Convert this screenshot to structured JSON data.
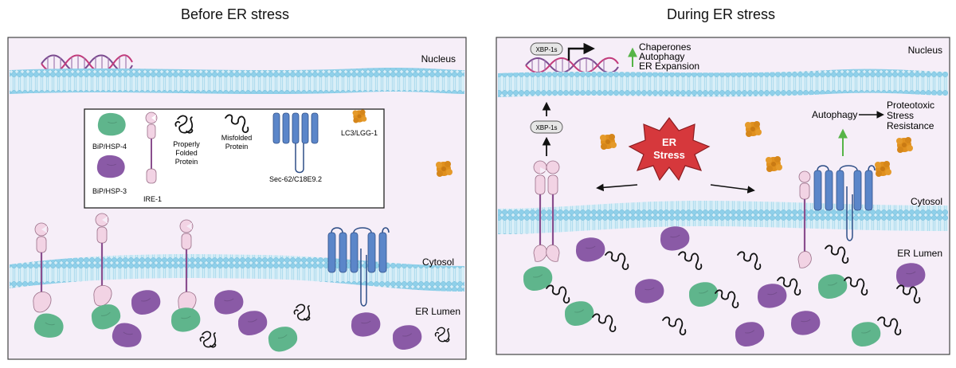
{
  "titles": {
    "left": "Before ER stress",
    "right": "During ER stress"
  },
  "left_panel": {
    "nucleus_label": "Nucleus",
    "cytosol_label": "Cytosol",
    "er_lumen_label": "ER Lumen",
    "legend": {
      "bip4": "BiP/HSP-4",
      "bip3": "BiP/HSP-3",
      "ire1": "IRE-1",
      "folded_line1": "Properly",
      "folded_line2": "Folded",
      "folded_line3": "Protein",
      "misfolded_line1": "Misfolded",
      "misfolded_line2": "Protein",
      "sec62": "Sec-62/C18E9.2",
      "lc3": "LC3/LGG-1"
    }
  },
  "right_panel": {
    "nucleus_label": "Nucleus",
    "cytosol_label": "Cytosol",
    "er_lumen_label": "ER Lumen",
    "xbp1s_top": "XBP-1s",
    "xbp1s_mid": "XBP-1s",
    "outputs": [
      "Chaperones",
      "Autophagy",
      "ER Expansion"
    ],
    "er_stress_line1": "ER",
    "er_stress_line2": "Stress",
    "autophagy": "Autophagy",
    "proteotoxic_line1": "Proteotoxic",
    "proteotoxic_line2": "Stress",
    "proteotoxic_line3": "Resistance"
  },
  "colors": {
    "panel_bg": "#f6eef8",
    "membrane": "#aadcef",
    "membrane_head": "#8fd0ea",
    "bip4_green": "#5fb58c",
    "bip3_purple": "#8a5aa6",
    "ire1_pink": "#f2d3e4",
    "sec62_blue": "#5b86c9",
    "lc3_orange": "#e0901e",
    "er_stress_red": "#d6383c",
    "up_arrow_green": "#56b447",
    "dna_purple": "#7b4a8f"
  }
}
